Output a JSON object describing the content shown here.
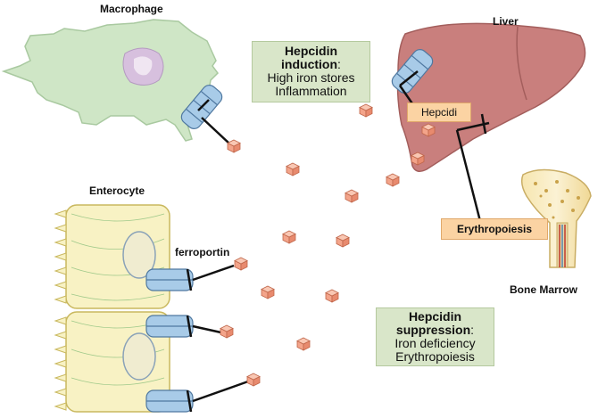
{
  "labels": {
    "macrophage": "Macrophage",
    "liver": "Liver",
    "enterocyte": "Enterocyte",
    "ferroportin": "ferroportin",
    "bone_marrow": "Bone Marrow"
  },
  "induction_box": {
    "title_line1": "Hepcidin",
    "title_line2": "induction",
    "title_suffix": ":",
    "items": [
      "High iron stores",
      "Inflammation"
    ]
  },
  "suppression_box": {
    "title_line1": "Hepcidin",
    "title_line2": "suppression",
    "title_suffix": ":",
    "items": [
      "Iron deficiency",
      "Erythropoiesis"
    ]
  },
  "hepcidin_box": {
    "label": "Hepcidi"
  },
  "erythropoiesis_box": {
    "label": "Erythropoiesis"
  },
  "colors": {
    "macrophage_fill": "#cfe6c6",
    "liver_fill": "#c97f7d",
    "enterocyte_fill": "#f8f2c4",
    "ferroportin_fill": "#a8cbe8",
    "iron_fill": "#f3a48a",
    "green_box": "#d9e6c9",
    "orange_box": "#fbd3a3"
  }
}
